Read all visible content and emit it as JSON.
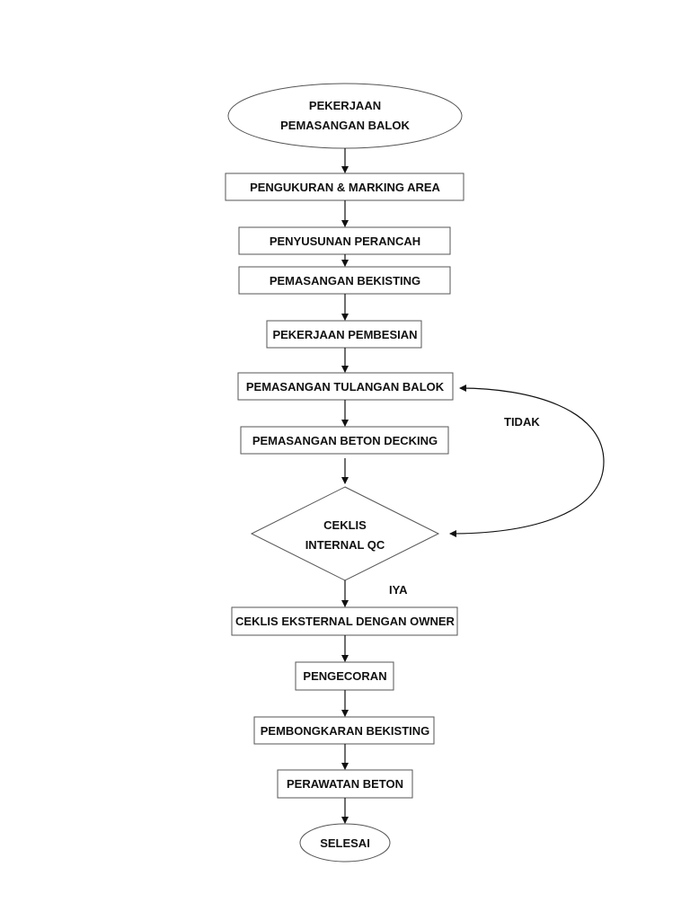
{
  "diagram": {
    "start": {
      "line1": "PEKERJAAN",
      "line2": "PEMASANGAN BALOK"
    },
    "steps": [
      "PENGUKURAN & MARKING AREA",
      "PENYUSUNAN PERANCAH",
      "PEMASANGAN BEKISTING",
      "PEKERJAAN PEMBESIAN",
      "PEMASANGAN TULANGAN BALOK",
      "PEMASANGAN BETON DECKING"
    ],
    "decision": {
      "line1": "CEKLIS",
      "line2": "INTERNAL QC"
    },
    "branch_yes": "IYA",
    "branch_no": "TIDAK",
    "after_steps": [
      "CEKLIS EKSTERNAL DENGAN OWNER",
      "PENGECORAN",
      "PEMBONGKARAN BEKISTING",
      "PERAWATAN BETON"
    ],
    "end": "SELESAI"
  }
}
